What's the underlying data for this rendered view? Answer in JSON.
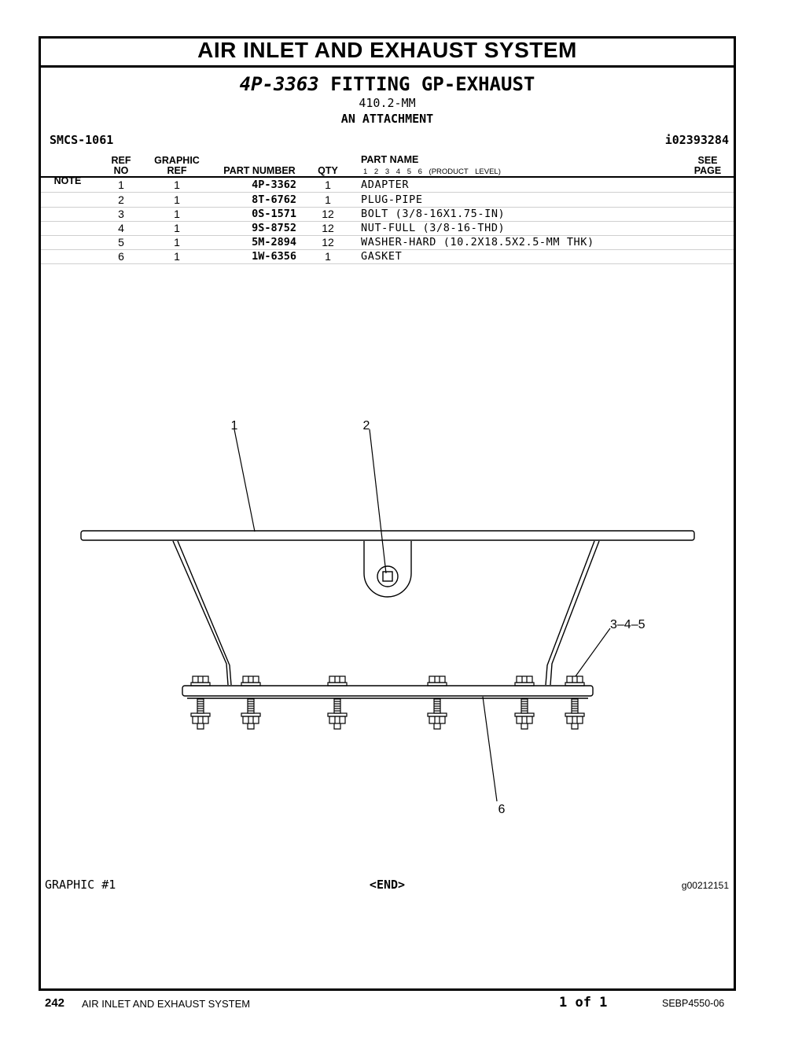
{
  "header": {
    "section_title": "AIR INLET AND EXHAUST SYSTEM",
    "group_part_number": "4P-3363",
    "group_name": "FITTING GP-EXHAUST",
    "size": "410.2-MM",
    "arrangement": "AN ATTACHMENT",
    "smcs": "SMCS-1061",
    "illustration_id": "i02393284"
  },
  "columns": {
    "note": "NOTE",
    "ref_top": "REF",
    "ref_bottom": "NO",
    "graphic_top": "GRAPHIC",
    "graphic_bottom": "REF",
    "part_number": "PART NUMBER",
    "qty": "QTY",
    "part_name": "PART NAME",
    "levels": "1 2 3 4 5 6 (PRODUCT LEVEL)",
    "see_top": "SEE",
    "see_bottom": "PAGE"
  },
  "parts": [
    {
      "ref": "1",
      "graphic_ref": "1",
      "part_number": "4P-3362",
      "qty": "1",
      "name": "ADAPTER"
    },
    {
      "ref": "2",
      "graphic_ref": "1",
      "part_number": "8T-6762",
      "qty": "1",
      "name": "PLUG-PIPE"
    },
    {
      "ref": "3",
      "graphic_ref": "1",
      "part_number": "0S-1571",
      "qty": "12",
      "name": "BOLT (3/8-16X1.75-IN)"
    },
    {
      "ref": "4",
      "graphic_ref": "1",
      "part_number": "9S-8752",
      "qty": "12",
      "name": "NUT-FULL (3/8-16-THD)"
    },
    {
      "ref": "5",
      "graphic_ref": "1",
      "part_number": "5M-2894",
      "qty": "12",
      "name": "WASHER-HARD (10.2X18.5X2.5-MM THK)"
    },
    {
      "ref": "6",
      "graphic_ref": "1",
      "part_number": "1W-6356",
      "qty": "1",
      "name": "GASKET"
    }
  ],
  "drawing": {
    "callouts": [
      "1",
      "2",
      "3–4–5",
      "6"
    ],
    "graphic_label": "GRAPHIC #1",
    "end_marker": "<END>",
    "graphic_id": "g00212151"
  },
  "footer": {
    "page_number": "242",
    "section": "AIR INLET AND EXHAUST SYSTEM",
    "page_of": "1 of 1",
    "doc_number": "SEBP4550-06"
  }
}
